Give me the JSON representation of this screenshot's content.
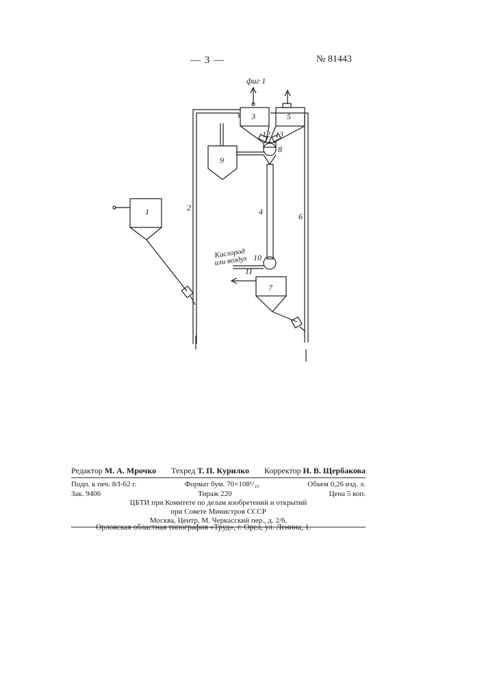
{
  "header": {
    "page_number": "— 3 —",
    "patent_number": "№ 81443"
  },
  "figure": {
    "caption": "фиг 1",
    "labels": {
      "l1": "1",
      "l2": "2",
      "l3": "3",
      "l4": "4",
      "l5": "5",
      "l6": "6",
      "l7": "7",
      "l8": "8",
      "l9": "9",
      "l10": "10",
      "l11": "11",
      "l12": "12",
      "l13": "13"
    },
    "gas_label_line1": "Кислород",
    "gas_label_line2": "или воздух"
  },
  "imprint": {
    "editor_label": "Редактор",
    "editor_name": "М. А. Мрочко",
    "techred_label": "Техред",
    "techred_name": "Т. П. Курилко",
    "corrector_label": "Корректор",
    "corrector_name": "Н. В. Щербакова",
    "row1": [
      "Подп. к печ. 8/I-62 г.",
      "Формат бум. 70×108¹/₁₆",
      "Объем 0,26 изд. л."
    ],
    "row2": [
      "Зак. 9406",
      "Тираж 220",
      "Цена 5 коп."
    ],
    "publisher_line1": "ЦБТИ при Комитете по делам изобретений и открытий",
    "publisher_line2": "при Совете Министров СССР",
    "publisher_line3": "Москва, Центр, М. Черкасский пер., д. 2/6.",
    "printer": "Орловская областная типография «Труд», г. Орел, ул. Ленина, 1."
  }
}
